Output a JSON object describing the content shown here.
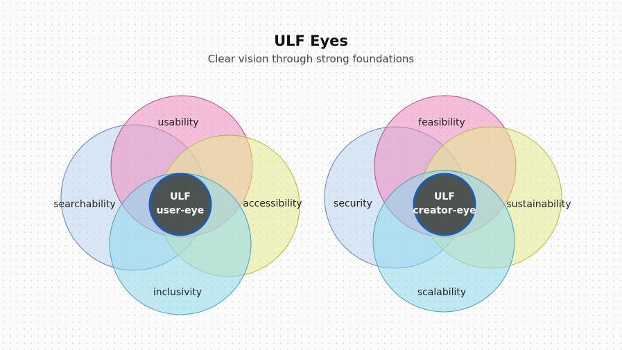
{
  "title": "ULF Eyes",
  "subtitle": "Clear vision through strong foundations",
  "colors": {
    "pink": "#ee8dbd",
    "yellow": "#e6ea8e",
    "blue": "#bcd6f2",
    "cyan": "#8fd9ec",
    "core_fill": "#4d5351",
    "core_stroke": "#1f5bb5"
  },
  "eyes": [
    {
      "core_line1": "ULF",
      "core_line2": "user-eye",
      "top": "usability",
      "right": "accessibility",
      "left": "searchability",
      "bottom": "inclusivity"
    },
    {
      "core_line1": "ULF",
      "core_line2": "creator-eye",
      "top": "feasibility",
      "right": "sustainability",
      "left": "security",
      "bottom": "scalability"
    }
  ]
}
